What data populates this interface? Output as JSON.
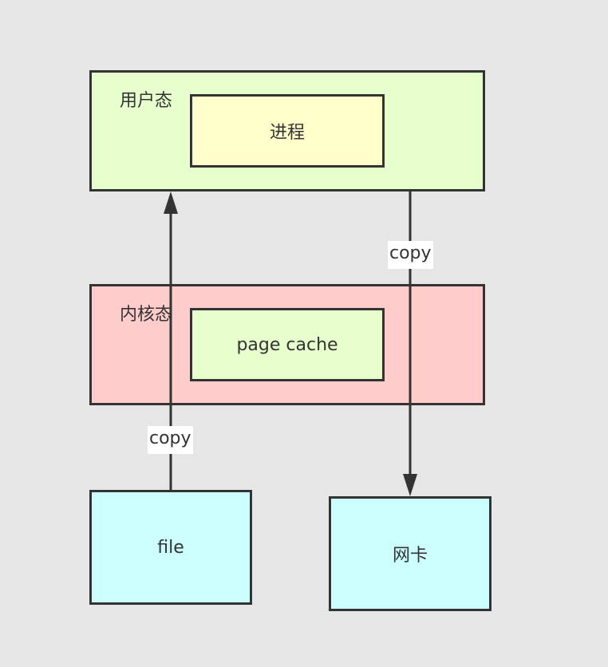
{
  "colors": {
    "background": "#e6e6e6",
    "user_space_fill": "#e6ffcc",
    "process_fill": "#ffffcc",
    "kernel_fill": "#ffcccc",
    "page_cache_fill": "#e6ffcc",
    "device_fill": "#ccffff",
    "stroke": "#333333",
    "edge_label_bg": "#ffffff"
  },
  "nodes": {
    "user_space": {
      "label": "用户态"
    },
    "process": {
      "label": "进程"
    },
    "kernel_space": {
      "label": "内核态"
    },
    "page_cache": {
      "label": "page cache"
    },
    "file": {
      "label": "file"
    },
    "nic": {
      "label": "网卡"
    }
  },
  "edges": [
    {
      "from": "file",
      "to": "user_space",
      "label": "copy"
    },
    {
      "from": "user_space",
      "to": "nic",
      "label": "copy"
    }
  ]
}
